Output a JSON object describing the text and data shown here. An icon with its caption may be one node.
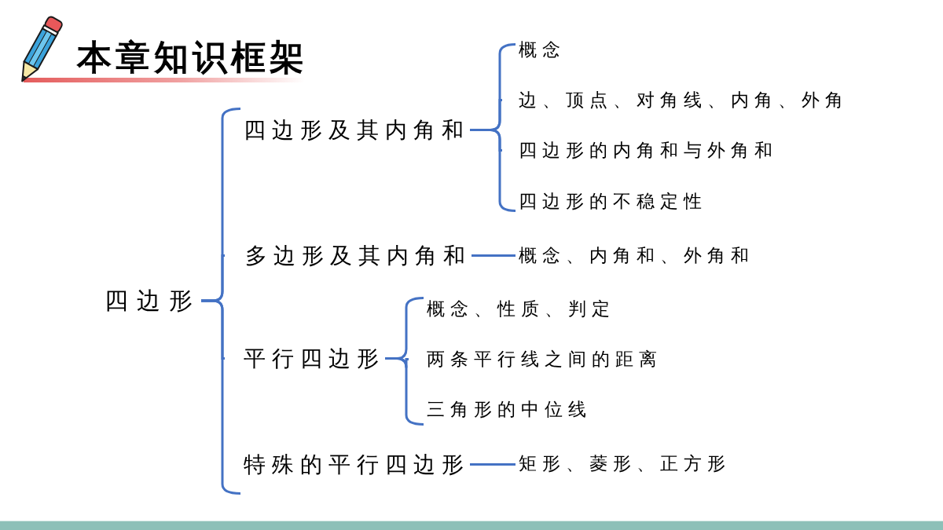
{
  "diagram": {
    "title": "本章知识框架",
    "nodes": [
      {
        "text": [
          "四边形"
        ]
      },
      {
        "text": [
          "四边形及其内角和"
        ]
      },
      {
        "text": [
          "概念"
        ]
      },
      {
        "text": [
          "边、顶点、对角线、内角、外角"
        ]
      },
      {
        "text": [
          "四边形的内角和与外角和"
        ]
      },
      {
        "text": [
          "四边形的不稳定性"
        ]
      },
      {
        "text": [
          "多边形及其内角和"
        ]
      },
      {
        "text": [
          "概念、内角和、外角和"
        ]
      },
      {
        "text": [
          "平行四边形"
        ]
      },
      {
        "text": [
          "概念、性质、判定"
        ]
      },
      {
        "text": [
          "两条平行线之间的距离"
        ]
      },
      {
        "text": [
          "三角形的中位线"
        ]
      },
      {
        "text": [
          "特殊的平行四边形"
        ]
      },
      {
        "text": [
          "矩形、菱形、正方形"
        ]
      }
    ],
    "edges": [
      {
        "from": 0,
        "to": 1,
        "arrow": "none"
      },
      {
        "from": 0,
        "to": 6,
        "arrow": "none"
      },
      {
        "from": 0,
        "to": 8,
        "arrow": "none"
      },
      {
        "from": 0,
        "to": 12,
        "arrow": "none"
      },
      {
        "from": 1,
        "to": 2,
        "arrow": "none"
      },
      {
        "from": 1,
        "to": 3,
        "arrow": "none"
      },
      {
        "from": 1,
        "to": 4,
        "arrow": "none"
      },
      {
        "from": 1,
        "to": 5,
        "arrow": "none"
      },
      {
        "from": 6,
        "to": 7,
        "arrow": "none"
      },
      {
        "from": 8,
        "to": 9,
        "arrow": "none"
      },
      {
        "from": 8,
        "to": 10,
        "arrow": "none"
      },
      {
        "from": 8,
        "to": 11,
        "arrow": "none"
      },
      {
        "from": 12,
        "to": 13,
        "arrow": "none"
      }
    ]
  }
}
